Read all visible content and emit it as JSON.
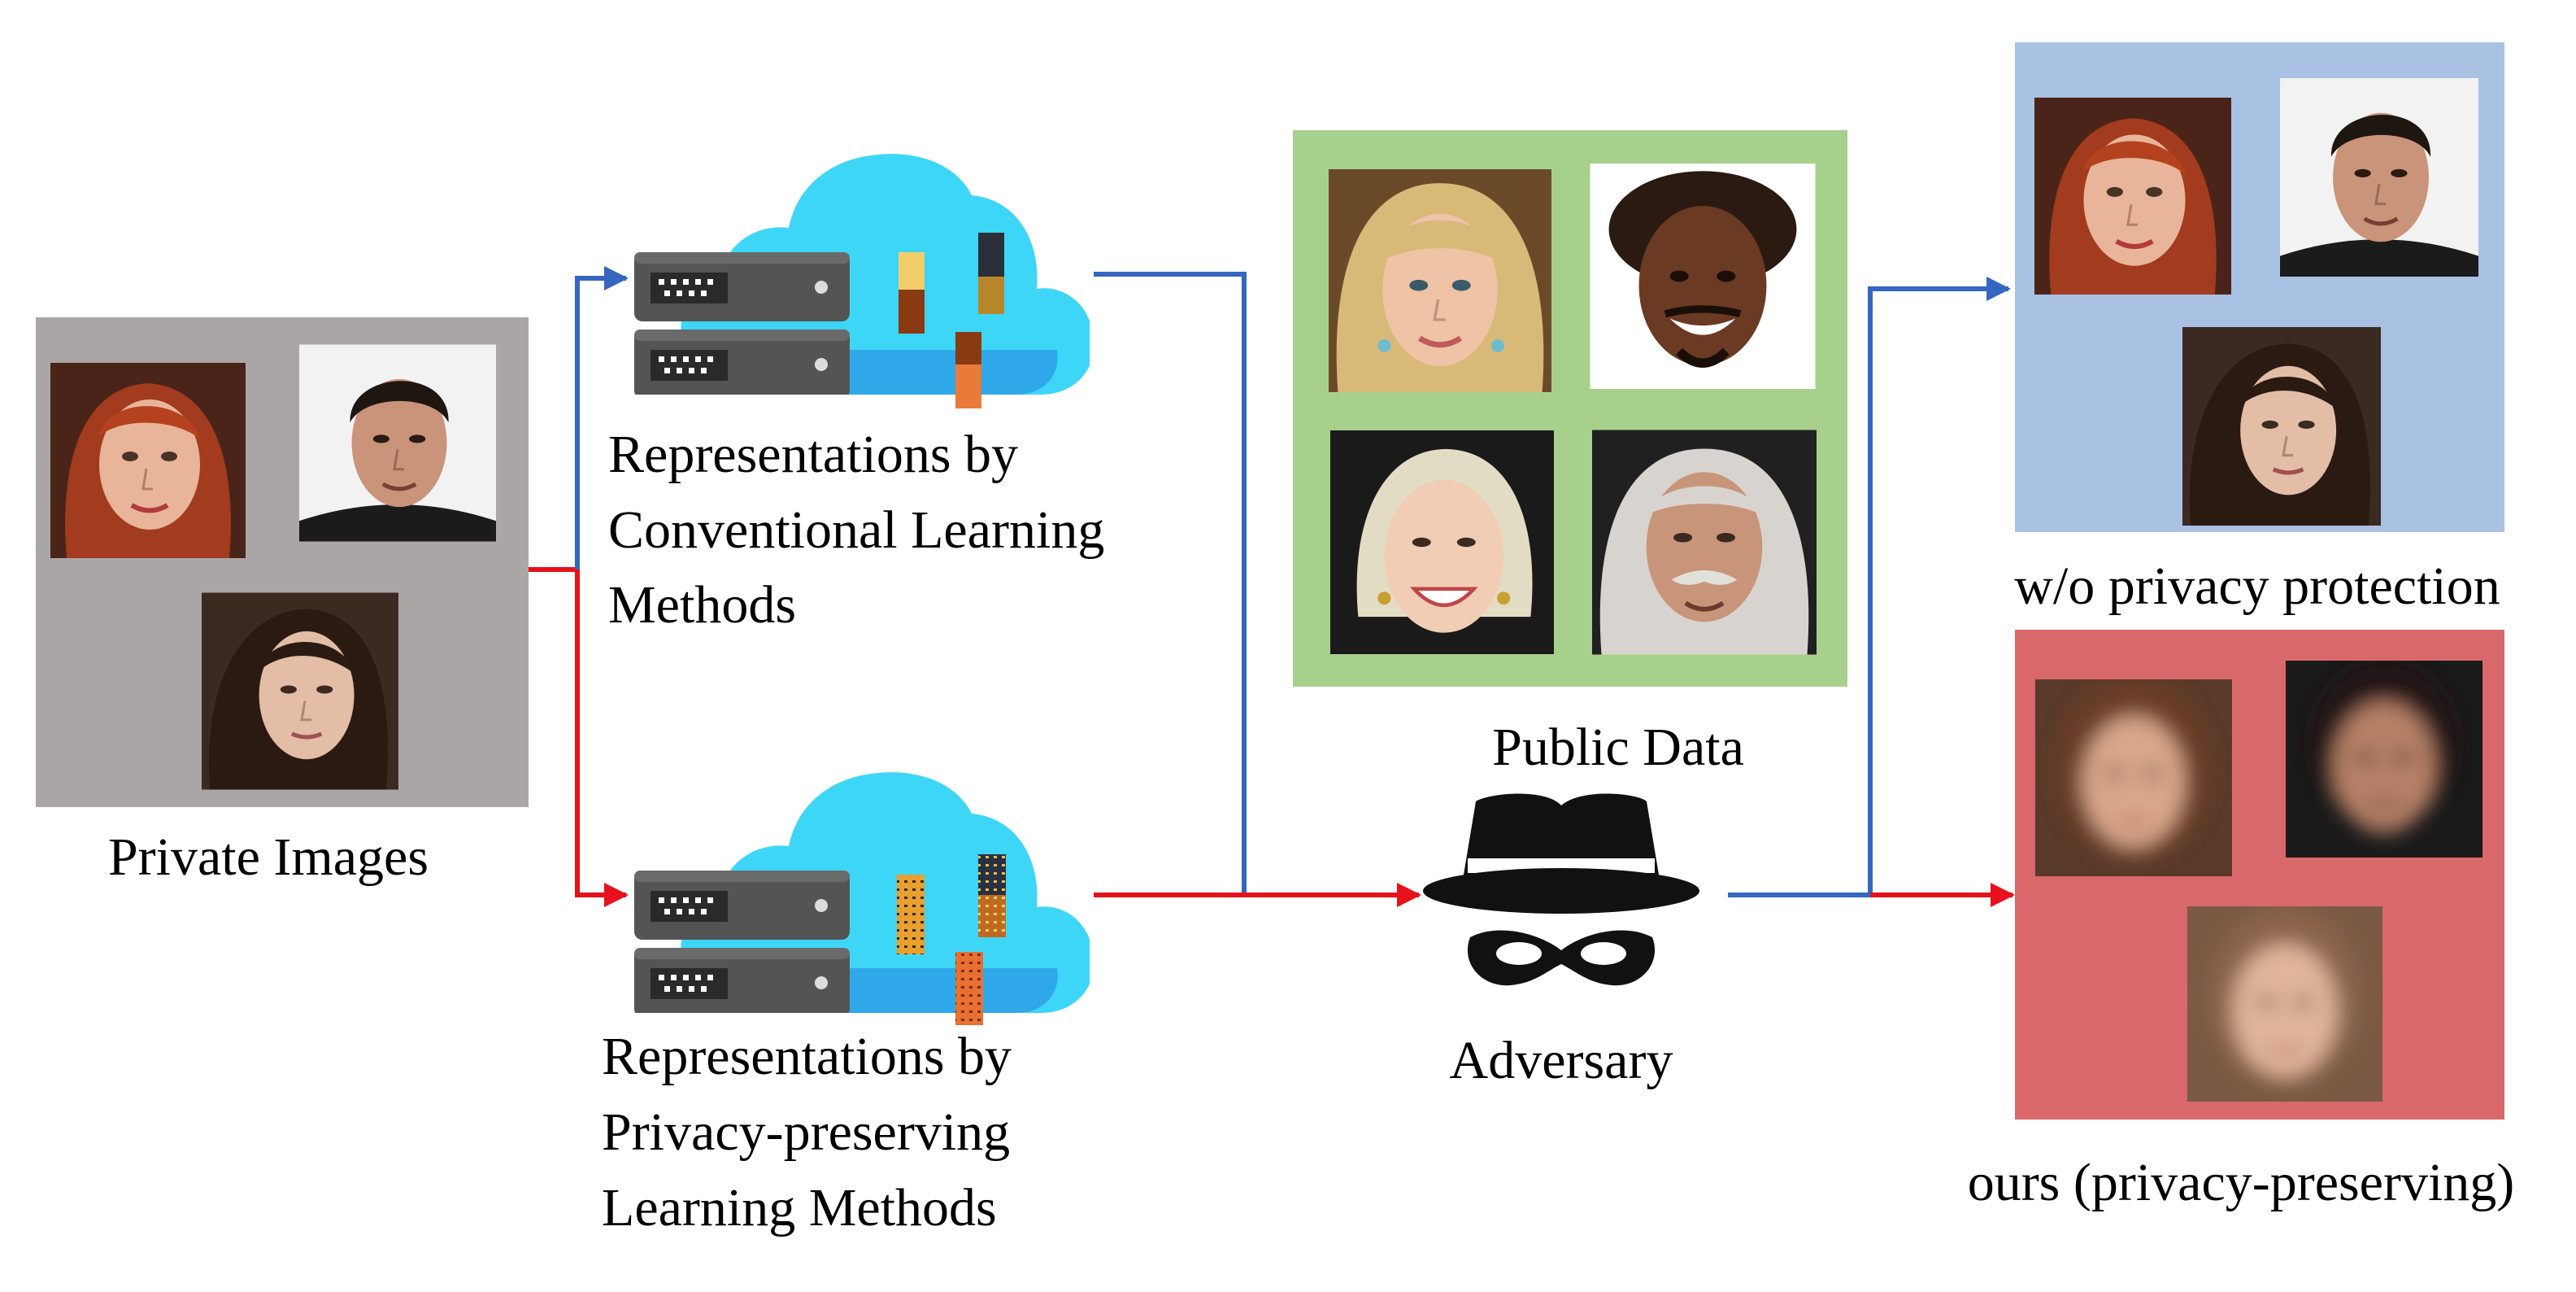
{
  "private_images": {
    "label": "Private Images",
    "faces": [
      {
        "name": "red-haired-woman-face"
      },
      {
        "name": "dark-haired-man-face"
      },
      {
        "name": "dark-haired-woman-face"
      }
    ]
  },
  "conventional": {
    "label_lines": [
      "Representations by",
      "Conventional Learning",
      "Methods"
    ],
    "icon": "cloud-server-icon"
  },
  "privacy_preserving": {
    "label_lines": [
      "Representations by",
      "Privacy-preserving",
      "Learning Methods"
    ],
    "icon": "cloud-server-icon"
  },
  "public_data": {
    "label": "Public Data",
    "faces": [
      {
        "name": "blonde-woman-face"
      },
      {
        "name": "smiling-bearded-man-face"
      },
      {
        "name": "smiling-blonde-woman-face"
      },
      {
        "name": "gray-haired-man-face"
      }
    ]
  },
  "adversary": {
    "label": "Adversary",
    "icon": "spy-hat-mask-icon"
  },
  "without_protection": {
    "label": "w/o privacy protection",
    "faces": [
      {
        "name": "reconstructed-red-haired-woman-face"
      },
      {
        "name": "reconstructed-dark-haired-man-face"
      },
      {
        "name": "reconstructed-dark-haired-woman-face"
      }
    ]
  },
  "ours": {
    "label": "ours (privacy-preserving)",
    "faces": [
      {
        "name": "blurred-face-1"
      },
      {
        "name": "blurred-face-2"
      },
      {
        "name": "blurred-face-3"
      }
    ]
  },
  "colors": {
    "private_panel": "#aba6a6",
    "public_panel": "#a8d08d",
    "without_panel": "#a9c1e3",
    "ours_panel": "#d9686a",
    "red_arrow": "#e8101a",
    "blue_arrow": "#3566c1",
    "cloud": "#3ed6f6"
  }
}
